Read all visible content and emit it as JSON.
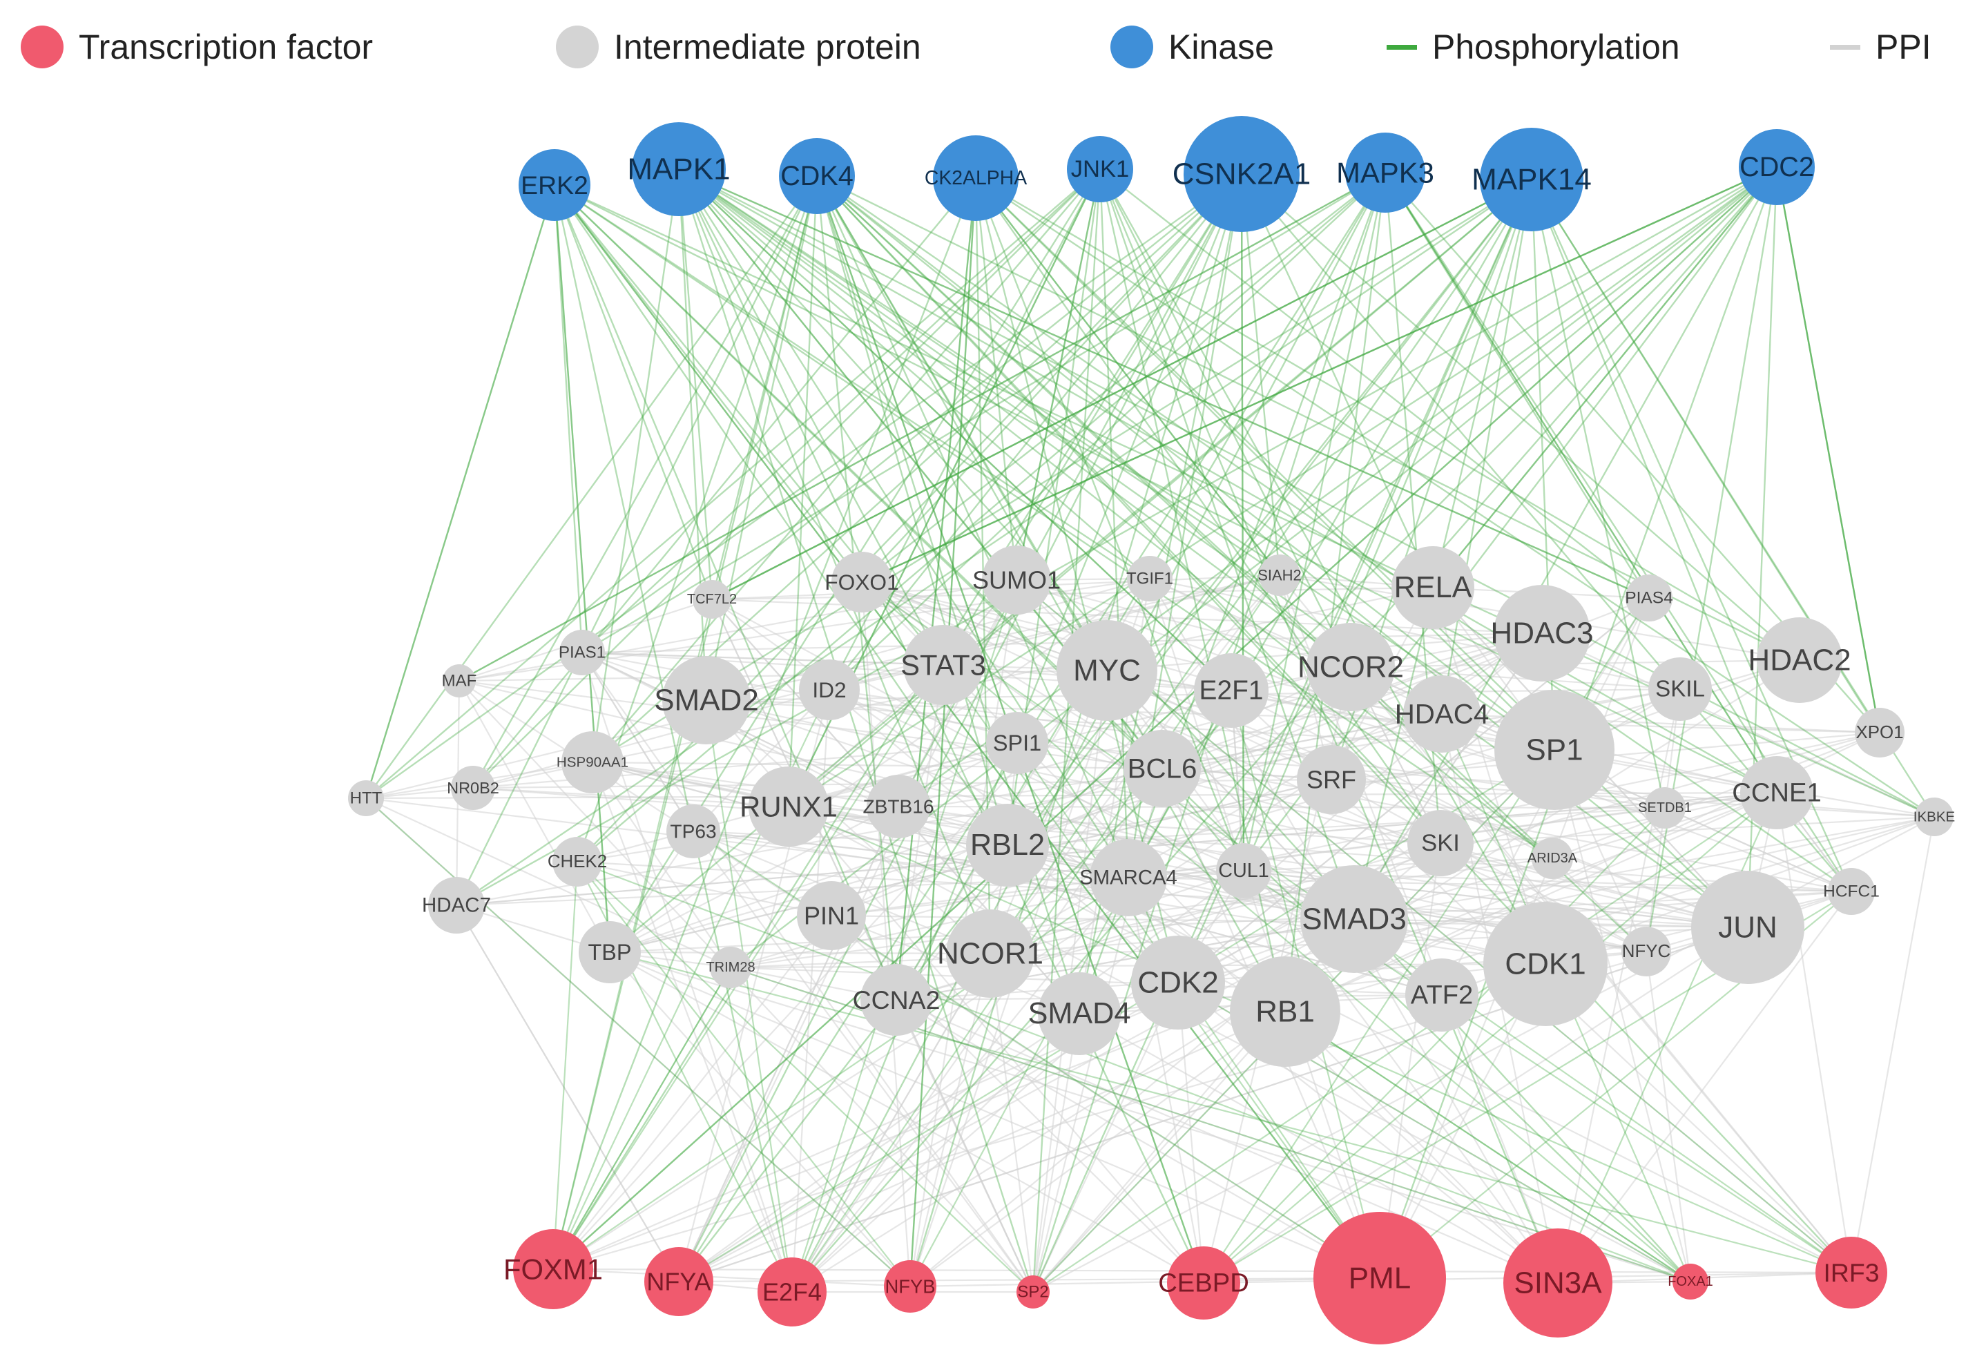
{
  "colors": {
    "transcription_factor": "#f05a6e",
    "intermediate": "#d4d4d4",
    "kinase": "#3f8fd8",
    "phosphorylation": "#3ea93e",
    "ppi": "#d2d2d2",
    "tf_label": "#7a1a26",
    "intermediate_label": "#444444",
    "kinase_label": "#10304f"
  },
  "legend": [
    {
      "label": "Transcription factor",
      "kind": "circle",
      "color_key": "transcription_factor"
    },
    {
      "label": "Intermediate protein",
      "kind": "circle",
      "color_key": "intermediate"
    },
    {
      "label": "Kinase",
      "kind": "circle",
      "color_key": "kinase"
    },
    {
      "label": "Phosphorylation",
      "kind": "line",
      "color_key": "phosphorylation"
    },
    {
      "label": "PPI",
      "kind": "line",
      "color_key": "ppi"
    }
  ],
  "nodes": {
    "kinases": [
      "ERK2",
      "MAPK1",
      "CDK4",
      "CK2ALPHA",
      "JNK1",
      "CSNK2A1",
      "MAPK3",
      "MAPK14",
      "CDC2"
    ],
    "intermediate": [
      "TCF7L2",
      "FOXO1",
      "SUMO1",
      "TGIF1",
      "SIAH2",
      "RELA",
      "PIAS4",
      "PIAS1",
      "MAF",
      "SMAD2",
      "ID2",
      "STAT3",
      "MYC",
      "E2F1",
      "NCOR2",
      "HDAC3",
      "HDAC2",
      "SKIL",
      "HDAC4",
      "SP1",
      "XPO1",
      "HSP90AA1",
      "NR0B2",
      "HTT",
      "SPI1",
      "BCL6",
      "SRF",
      "CCNE1",
      "SETDB1",
      "IKBKE",
      "RUNX1",
      "ZBTB16",
      "TP63",
      "CHEK2",
      "RBL2",
      "SMARCA4",
      "CUL1",
      "SKI",
      "ARID3A",
      "HCFC1",
      "JUN",
      "HDAC7",
      "PIN1",
      "SMAD3",
      "TBP",
      "TRIM28",
      "NCOR1",
      "CDK1",
      "NFYC",
      "CCNA2",
      "SMAD4",
      "CDK2",
      "RB1",
      "ATF2"
    ],
    "transcription_factors": [
      "FOXM1",
      "NFYA",
      "E2F4",
      "NFYB",
      "SP2",
      "CEBPD",
      "PML",
      "SIN3A",
      "FOXA1",
      "IRF3"
    ]
  }
}
